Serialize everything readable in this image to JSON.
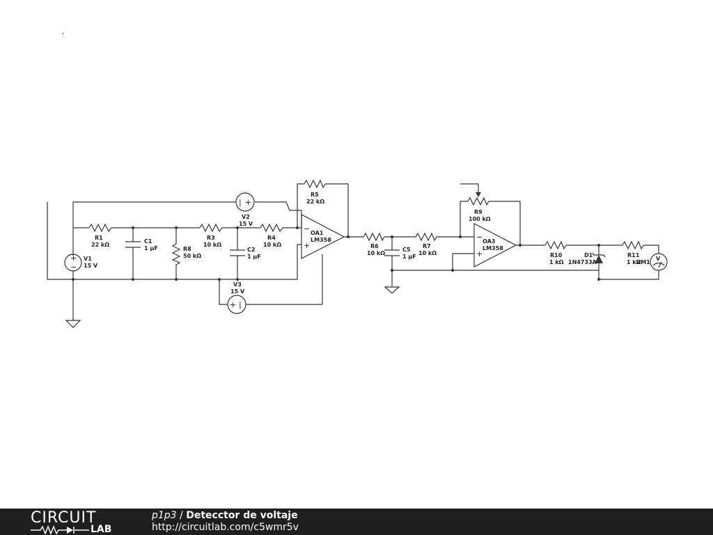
{
  "schematic": {
    "stray_mark": ".",
    "components": {
      "R1": {
        "ref": "R1",
        "value": "22 kΩ"
      },
      "R3": {
        "ref": "R3",
        "value": "10 kΩ"
      },
      "R4": {
        "ref": "R4",
        "value": "10 kΩ"
      },
      "R5": {
        "ref": "R5",
        "value": "22 kΩ"
      },
      "R6": {
        "ref": "R6",
        "value": "10 kΩ"
      },
      "R7": {
        "ref": "R7",
        "value": "10 kΩ"
      },
      "R8": {
        "ref": "R8",
        "value": "50 kΩ"
      },
      "R9": {
        "ref": "R9",
        "value": "100 kΩ"
      },
      "R10": {
        "ref": "R10",
        "value": "1 kΩ"
      },
      "R11": {
        "ref": "R11",
        "value": "1 kΩ"
      },
      "C1": {
        "ref": "C1",
        "value": "1 µF"
      },
      "C2": {
        "ref": "C2",
        "value": "1 µF"
      },
      "C5": {
        "ref": "C5",
        "value": "1 µF"
      },
      "V1": {
        "ref": "V1",
        "value": "15 V"
      },
      "V2": {
        "ref": "V2",
        "value": "15 V"
      },
      "V3": {
        "ref": "V3",
        "value": "15 V"
      },
      "OA1": {
        "ref": "OA1",
        "value": "LM358"
      },
      "OA3": {
        "ref": "OA3",
        "value": "LM358"
      },
      "D1": {
        "ref": "D1",
        "value": "1N4733A"
      },
      "VM1": {
        "ref": "VM1",
        "meter_symbol": "V"
      }
    },
    "opamp_signs": {
      "minus": "−",
      "plus": "+"
    },
    "source_signs": {
      "plus": "+",
      "minus": "−",
      "bar": "|"
    }
  },
  "footer": {
    "logo_top": "CIRCUIT",
    "logo_bottom": "LAB",
    "username": "p1p3",
    "separator": " / ",
    "circuit_name": "Detecctor de voltaje",
    "url": "http://circuitlab.com/c5wmr5v"
  },
  "colors": {
    "footer_bg": "#1f1f1f",
    "wire": "#333333",
    "background": "#ffffff"
  }
}
